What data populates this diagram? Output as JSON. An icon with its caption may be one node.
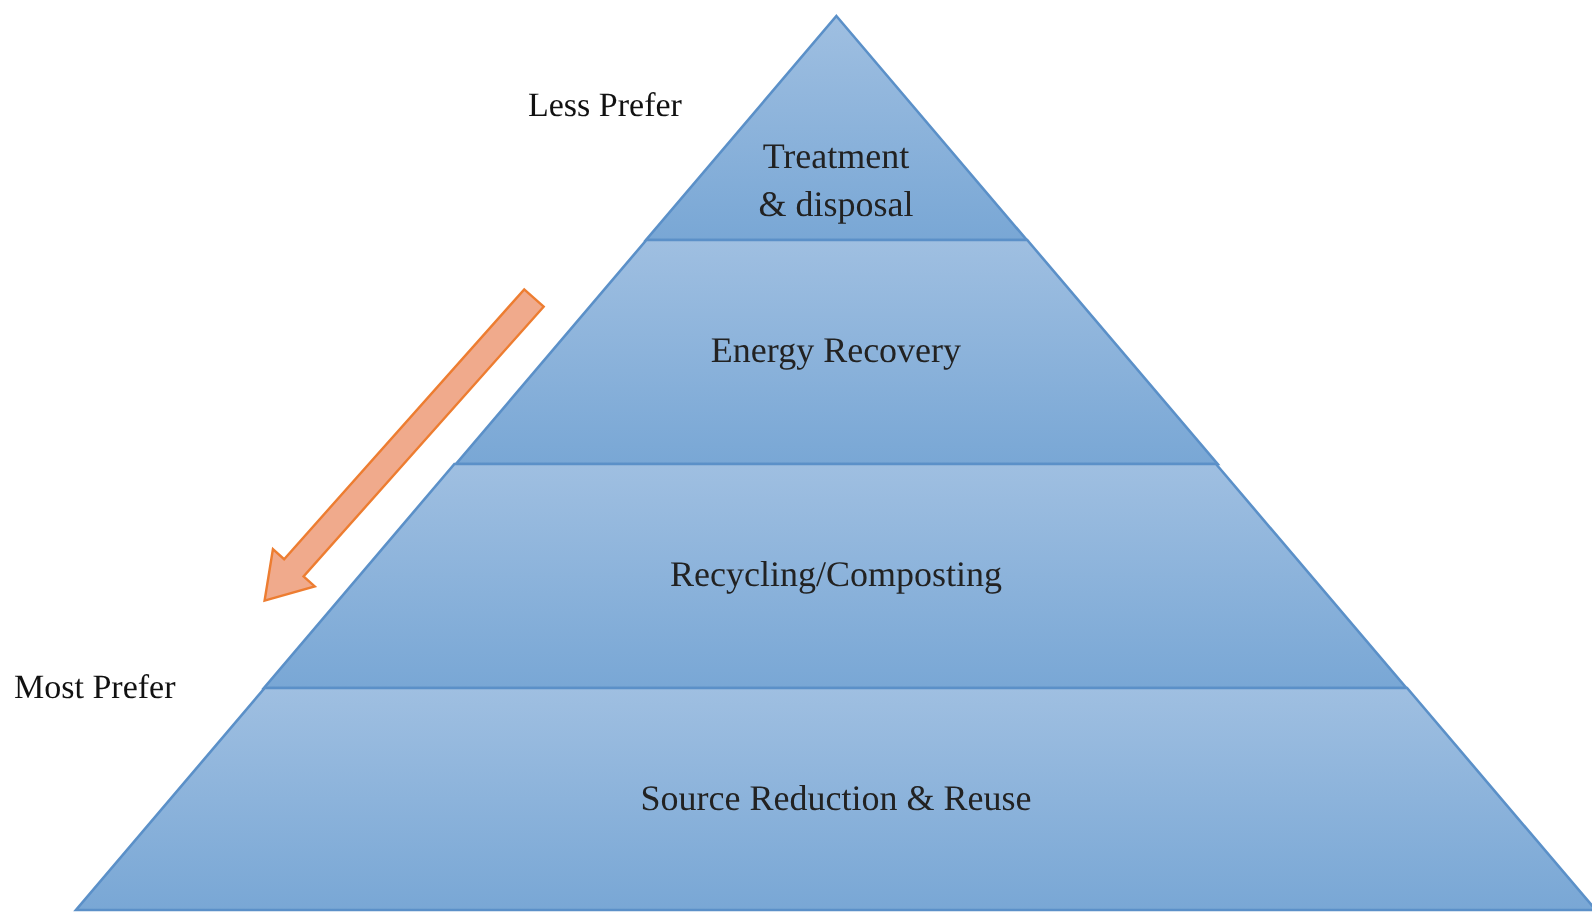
{
  "diagram": {
    "nodes": [
      {
        "text": [
          "Treatment & disposal"
        ]
      },
      {
        "text": [
          "Energy Recovery"
        ]
      },
      {
        "text": [
          "Recycling/Composting"
        ]
      },
      {
        "text": [
          "Source Reduction & Reuse"
        ]
      },
      {
        "text": [
          "Less Prefer"
        ]
      },
      {
        "text": [
          "Most Prefer"
        ]
      }
    ],
    "edges": [
      {
        "from": 4,
        "to": 5,
        "arrow": "to",
        "style": "thick",
        "color": "#ed7d31"
      }
    ]
  }
}
